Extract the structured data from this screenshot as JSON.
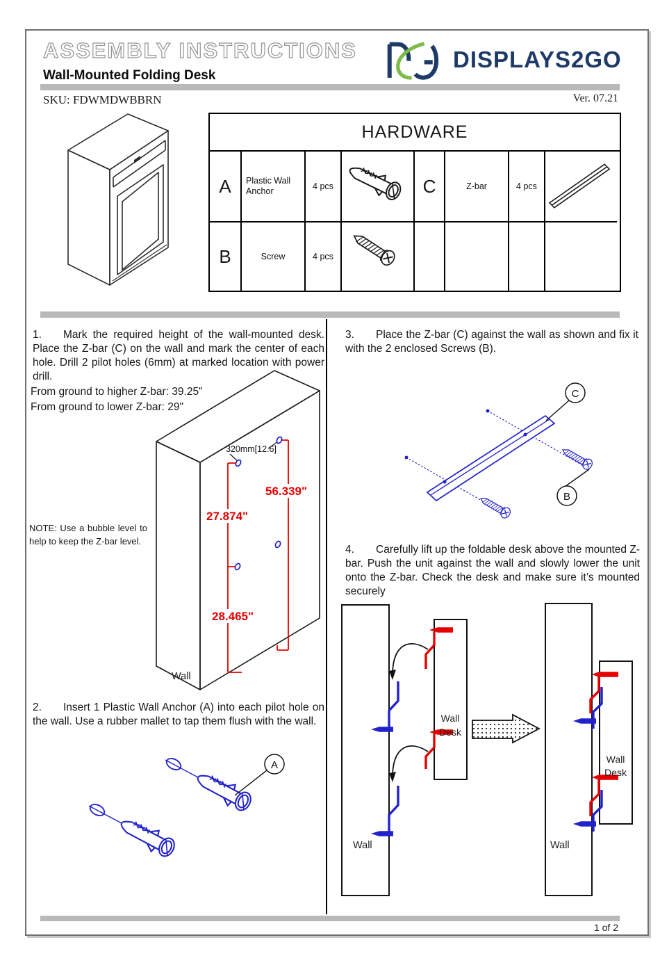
{
  "header": {
    "title": "ASSEMBLY INSTRUCTIONS",
    "subtitle": "Wall-Mounted Folding Desk",
    "sku": "SKU: FDWMDWBBRN",
    "version": "Ver. 07.21",
    "brand": "DISPLAYS2GO"
  },
  "hardware": {
    "title": "HARDWARE",
    "items": [
      {
        "key": "A",
        "name": "Plastic Wall Anchor",
        "qty": "4 pcs",
        "icon": "wall-anchor-icon"
      },
      {
        "key": "B",
        "name": "Screw",
        "qty": "4 pcs",
        "icon": "screw-icon"
      },
      {
        "key": "C",
        "name": "Z-bar",
        "qty": "4 pcs",
        "icon": "z-bar-icon"
      }
    ]
  },
  "steps": [
    {
      "num": "1.",
      "text": "Mark the required height of the wall-mounted desk. Place the Z-bar (C) on the wall and mark the center of each hole. Drill 2 pilot holes (6mm) at marked location with power drill."
    },
    {
      "num": "2.",
      "text": "Insert 1 Plastic Wall Anchor (A) into each pilot hole on the wall. Use a rubber mallet to tap them flush with the wall."
    },
    {
      "num": "3.",
      "text": "Place the Z-bar (C) against the wall as shown and fix it with the 2 enclosed Screws (B)."
    },
    {
      "num": "4.",
      "text": "Carefully lift up the foldable desk above the mounted Z-bar. Push the unit against the wall and slowly lower the unit onto the Z-bar. Check the desk and make sure it’s mounted securely"
    }
  ],
  "step1_diagram": {
    "height_line1": "From ground to higher Z-bar: 39.25\"",
    "height_line2": "From ground to lower Z-bar: 29\"",
    "note": "NOTE: Use a bubble level to help to keep the Z-bar level.",
    "dim_top": "320mm[12.6]",
    "dim_right": "56.339\"",
    "dim_mid": "27.874\"",
    "dim_bottom": "28.465\"",
    "wall_label": "Wall"
  },
  "labels": {
    "wall": "Wall",
    "desk_line1": "Wall",
    "desk_line2": "Desk"
  },
  "balloons": {
    "a": "A",
    "b": "B",
    "c": "C"
  },
  "footer": {
    "page": "1 of 2"
  },
  "colors": {
    "dimension_red": "#e60000",
    "diagram_blue": "#2222cc",
    "brand_navy": "#1e3a66",
    "brand_green": "#7cbb4a",
    "bar_gray": "#b9b9b9"
  }
}
